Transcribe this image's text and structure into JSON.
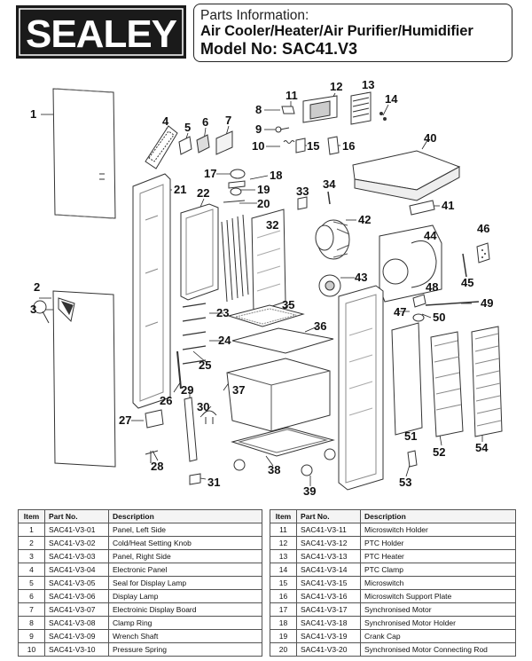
{
  "header": {
    "brand": "SEALEY",
    "subtitle": "Parts Information:",
    "title": "Air Cooler/Heater/Air Purifier/Humidifier",
    "model": "Model No: SAC41.V3"
  },
  "diagram": {
    "callouts": [
      "1",
      "2",
      "3",
      "4",
      "5",
      "6",
      "7",
      "8",
      "9",
      "10",
      "11",
      "12",
      "13",
      "14",
      "15",
      "16",
      "17",
      "18",
      "19",
      "20",
      "21",
      "22",
      "23",
      "24",
      "25",
      "26",
      "27",
      "28",
      "29",
      "30",
      "31",
      "32",
      "33",
      "34",
      "35",
      "36",
      "37",
      "38",
      "39",
      "40",
      "41",
      "42",
      "43",
      "44",
      "45",
      "46",
      "47",
      "48",
      "49",
      "50",
      "51",
      "52",
      "53",
      "54"
    ]
  },
  "table": {
    "headers": {
      "item": "Item",
      "part_no": "Part No.",
      "description": "Description"
    },
    "left_rows": [
      {
        "item": "1",
        "part_no": "SAC41-V3-01",
        "description": "Panel, Left Side"
      },
      {
        "item": "2",
        "part_no": "SAC41-V3-02",
        "description": "Cold/Heat Setting Knob"
      },
      {
        "item": "3",
        "part_no": "SAC41-V3-03",
        "description": "Panel, Right Side"
      },
      {
        "item": "4",
        "part_no": "SAC41-V3-04",
        "description": "Electronic Panel"
      },
      {
        "item": "5",
        "part_no": "SAC41-V3-05",
        "description": "Seal for Display Lamp"
      },
      {
        "item": "6",
        "part_no": "SAC41-V3-06",
        "description": "Display Lamp"
      },
      {
        "item": "7",
        "part_no": "SAC41-V3-07",
        "description": "Electroinic Display Board"
      },
      {
        "item": "8",
        "part_no": "SAC41-V3-08",
        "description": "Clamp Ring"
      },
      {
        "item": "9",
        "part_no": "SAC41-V3-09",
        "description": "Wrench Shaft"
      },
      {
        "item": "10",
        "part_no": "SAC41-V3-10",
        "description": "Pressure Spring"
      }
    ],
    "right_rows": [
      {
        "item": "11",
        "part_no": "SAC41-V3-11",
        "description": "Microswitch Holder"
      },
      {
        "item": "12",
        "part_no": "SAC41-V3-12",
        "description": "PTC Holder"
      },
      {
        "item": "13",
        "part_no": "SAC41-V3-13",
        "description": "PTC Heater"
      },
      {
        "item": "14",
        "part_no": "SAC41-V3-14",
        "description": "PTC Clamp"
      },
      {
        "item": "15",
        "part_no": "SAC41-V3-15",
        "description": "Microswitch"
      },
      {
        "item": "16",
        "part_no": "SAC41-V3-16",
        "description": "Microswitch Support Plate"
      },
      {
        "item": "17",
        "part_no": "SAC41-V3-17",
        "description": "Synchronised Motor"
      },
      {
        "item": "18",
        "part_no": "SAC41-V3-18",
        "description": "Synchronised Motor Holder"
      },
      {
        "item": "19",
        "part_no": "SAC41-V3-19",
        "description": "Crank Cap"
      },
      {
        "item": "20",
        "part_no": "SAC41-V3-20",
        "description": "Synchronised Motor Connecting Rod"
      }
    ]
  }
}
